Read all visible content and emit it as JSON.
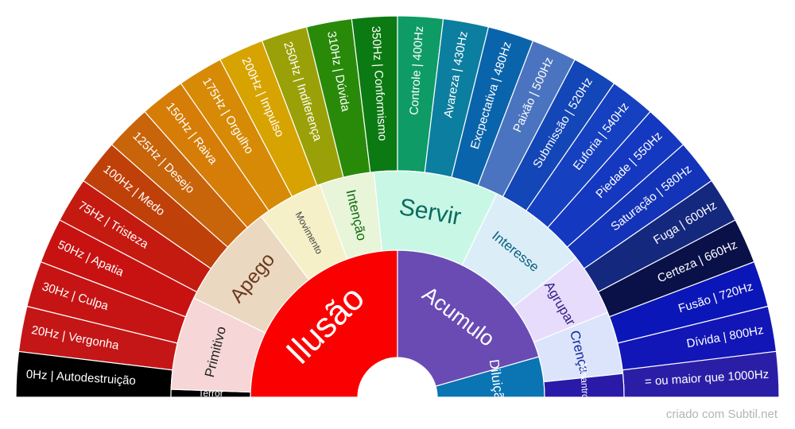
{
  "outer_segments": [
    {
      "label": "0Hz | Autodestruição",
      "color": "#000000",
      "text_color": "#ffffff"
    },
    {
      "label": "20Hz | Vergonha",
      "color": "#c41616",
      "text_color": "#ffffff"
    },
    {
      "label": "30Hz | Culpa",
      "color": "#c61414",
      "text_color": "#ffffff"
    },
    {
      "label": "50Hz | Apatia",
      "color": "#c81212",
      "text_color": "#ffffff"
    },
    {
      "label": "75Hz | Tristeza",
      "color": "#c51a10",
      "text_color": "#ffffff"
    },
    {
      "label": "100Hz | Medo",
      "color": "#c0400a",
      "text_color": "#ffffff"
    },
    {
      "label": "125Hz | Desejo",
      "color": "#c8640a",
      "text_color": "#ffffff"
    },
    {
      "label": "150Hz | Raiva",
      "color": "#d67d08",
      "text_color": "#ffffff"
    },
    {
      "label": "175Hz | Orgulho",
      "color": "#d78a06",
      "text_color": "#ffffff"
    },
    {
      "label": "200Hz | Impulso",
      "color": "#d7a300",
      "text_color": "#ffffff"
    },
    {
      "label": "250Hz | Indiferença",
      "color": "#9aa108",
      "text_color": "#ffffff"
    },
    {
      "label": "310Hz | Dúvida",
      "color": "#298a0a",
      "text_color": "#ffffff"
    },
    {
      "label": "350Hz | Conformismo",
      "color": "#0c7a12",
      "text_color": "#ffffff"
    },
    {
      "label": "Controle | 400Hz",
      "color": "#0e9b66",
      "text_color": "#ffffff"
    },
    {
      "label": "Avareza | 430Hz",
      "color": "#0c7ea0",
      "text_color": "#ffffff"
    },
    {
      "label": "Excpectativa | 480Hz",
      "color": "#0a64ab",
      "text_color": "#ffffff"
    },
    {
      "label": "Paixão | 500Hz",
      "color": "#4a74bf",
      "text_color": "#ffffff"
    },
    {
      "label": "Submissão | 520Hz",
      "color": "#1346b7",
      "text_color": "#ffffff"
    },
    {
      "label": "Euforia | 540Hz",
      "color": "#1540c0",
      "text_color": "#ffffff"
    },
    {
      "label": "Piedade | 550Hz",
      "color": "#1538c0",
      "text_color": "#ffffff"
    },
    {
      "label": "Saturação | 580Hz",
      "color": "#1333b9",
      "text_color": "#ffffff"
    },
    {
      "label": "Fuga | 600Hz",
      "color": "#14287e",
      "text_color": "#ffffff"
    },
    {
      "label": "Certeza | 660Hz",
      "color": "#0a1148",
      "text_color": "#ffffff"
    },
    {
      "label": "Fusão | 720Hz",
      "color": "#0b16b9",
      "text_color": "#ffffff"
    },
    {
      "label": "Dívida | 800Hz",
      "color": "#1216b6",
      "text_color": "#ffffff"
    },
    {
      "label": "= ou maior que 1000Hz",
      "color": "#2b1ea6",
      "text_color": "#ffffff"
    }
  ],
  "middle_segments": [
    {
      "label": "Terror",
      "color": "#000000",
      "text_color": "#ffffff",
      "size": "small"
    },
    {
      "label": "Primitivo",
      "color": "#f6d6d6",
      "text_color": "#222222",
      "size": "medium"
    },
    {
      "label": "Apego",
      "color": "#ebd8c1",
      "text_color": "#6b3a1e",
      "size": "large"
    },
    {
      "label": "Movimento",
      "color": "#f6f0c8",
      "text_color": "#444444",
      "size": "small"
    },
    {
      "label": "Intenção",
      "color": "#e8f5d8",
      "text_color": "#0e6a12",
      "size": "medium"
    },
    {
      "label": "Servir",
      "color": "#c9f7e6",
      "text_color": "#0b6b5e",
      "size": "xlarge"
    },
    {
      "label": "Interesse",
      "color": "#dbeef8",
      "text_color": "#0b5e7e",
      "size": "medium"
    },
    {
      "label": "Agrupar",
      "color": "#e7dcfb",
      "text_color": "#302085",
      "size": "medium"
    },
    {
      "label": "Crença",
      "color": "#dbe4fb",
      "text_color": "#12279e",
      "size": "medium"
    },
    {
      "label": "Misantropia",
      "color": "#2a1aa8",
      "text_color": "#ffffff",
      "size": "small"
    }
  ],
  "inner_segments": [
    {
      "label": "Ilusão",
      "color": "#fb0000",
      "text_color": "#ffffff"
    },
    {
      "label": "Acumulo",
      "color": "#6a4bb4",
      "text_color": "#ffffff"
    },
    {
      "label": "Diluição",
      "color": "#0b74b3",
      "text_color": "#ffffff"
    }
  ],
  "credit": "criado com Subtil.net"
}
